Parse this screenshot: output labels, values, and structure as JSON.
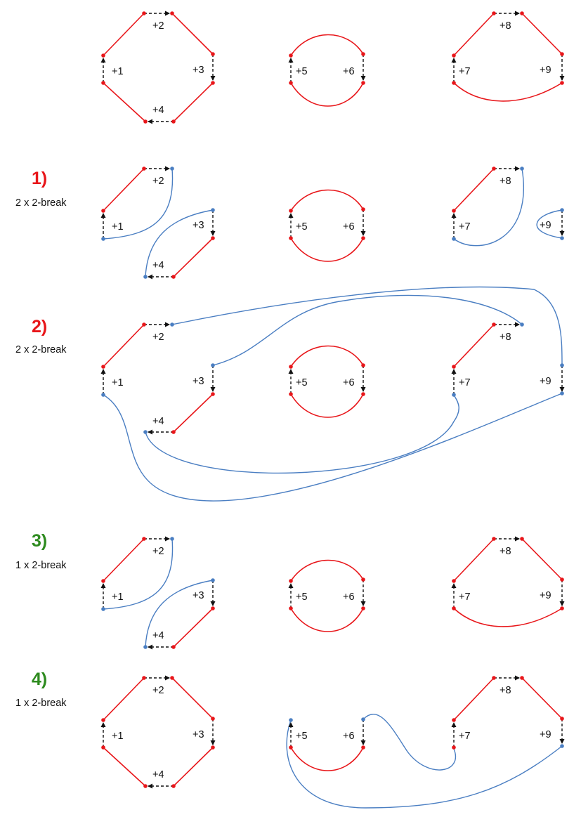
{
  "colors": {
    "red_edge": "#e8161a",
    "blue_edge": "#4a7ec2",
    "step_red": "#e8161a",
    "step_green": "#2e8b1f",
    "dashed": "#111111"
  },
  "gene_labels": [
    "+1",
    "+2",
    "+3",
    "+4",
    "+5",
    "+6",
    "+7",
    "+8",
    "+9"
  ],
  "steps": [
    {
      "number": "1)",
      "description": "2 x 2-break",
      "color": "#e8161a"
    },
    {
      "number": "2)",
      "description": "2 x 2-break",
      "color": "#e8161a"
    },
    {
      "number": "3)",
      "description": "1 x 2-break",
      "color": "#2e8b1f"
    },
    {
      "number": "4)",
      "description": "1 x 2-break",
      "color": "#2e8b1f"
    }
  ]
}
